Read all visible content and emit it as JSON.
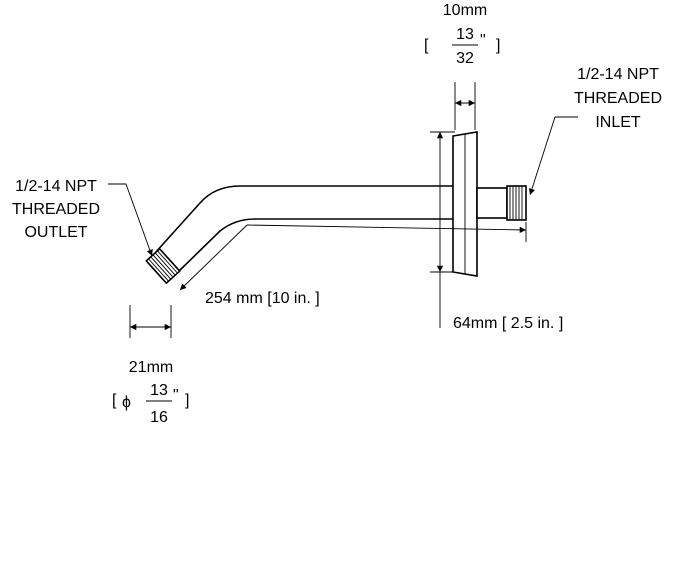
{
  "inlet_label": [
    "1/2-14 NPT",
    "THREADED",
    "INLET"
  ],
  "outlet_label": [
    "1/2-14 NPT",
    "THREADED",
    "OUTLET"
  ],
  "flange_thickness": {
    "metric": "10mm",
    "open_bracket": "[",
    "numerator": "13",
    "denominator": "32",
    "unit": "\"",
    "close_bracket": "]"
  },
  "arm_length": "254 mm [10 in. ]",
  "flange_diameter": "64mm [ 2.5 in. ]",
  "outlet_diameter": {
    "metric": "21mm",
    "open_bracket": "[",
    "phi": "ϕ",
    "numerator": "13",
    "denominator": "16",
    "unit": "\"",
    "close_bracket": "]"
  },
  "colors": {
    "ink": "#000000",
    "background": "#ffffff"
  }
}
